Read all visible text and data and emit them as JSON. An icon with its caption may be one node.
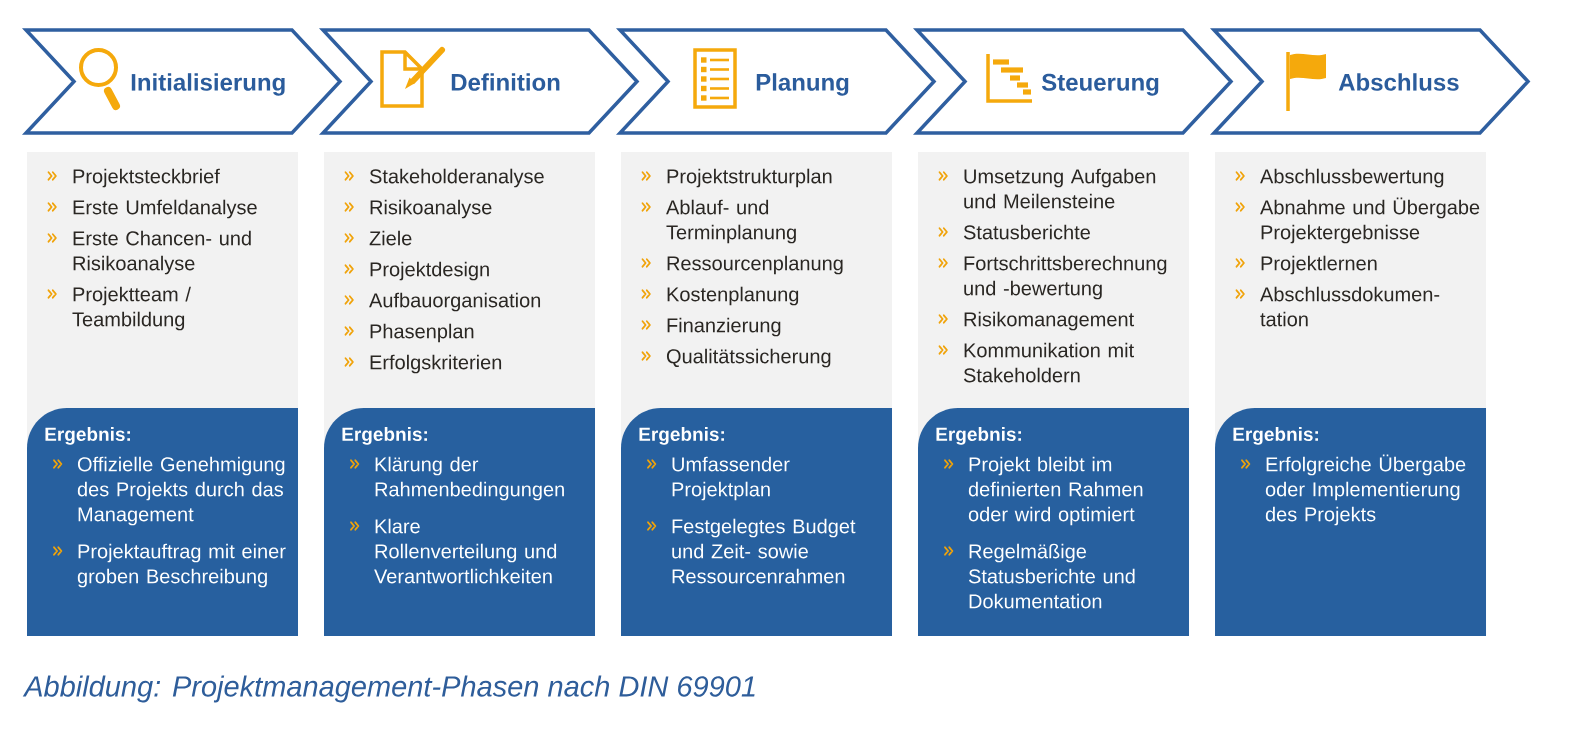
{
  "diagram": {
    "caption": "Abbildung: Projektmanagement-Phasen nach DIN 69901",
    "nodes": [
      {
        "text": [
          "Initialisierung"
        ]
      },
      {
        "text": [
          "Definition"
        ]
      },
      {
        "text": [
          "Planung"
        ]
      },
      {
        "text": [
          "Steuerung"
        ]
      },
      {
        "text": [
          "Abschluss"
        ]
      },
      {
        "text": [
          "Projektsteckbrief",
          "Erste Umfeldanalyse",
          "Erste Chancen- und Risikoanalyse",
          "Projektteam / Teambildung"
        ]
      },
      {
        "text": [
          "Ergebnis:",
          "Offizielle Genehmigung des Projekts durch das Management",
          "Projektauftrag mit einer groben Beschreibung"
        ]
      },
      {
        "text": [
          "Stakeholderanalyse",
          "Risikoanalyse",
          "Ziele",
          "Projektdesign",
          "Aufbauorganisation",
          "Phasenplan",
          "Erfolgskriterien"
        ]
      },
      {
        "text": [
          "Ergebnis:",
          "Klärung der Rahmenbedingungen",
          "Klare Rollenverteilung und Verantwortlichkeiten"
        ]
      },
      {
        "text": [
          "Projektstrukturplan",
          "Ablauf- und Terminplanung",
          "Ressourcenplanung",
          "Kostenplanung",
          "Finanzierung",
          "Qualitätssicherung"
        ]
      },
      {
        "text": [
          "Ergebnis:",
          "Umfassender Projektplan",
          "Festgelegtes Budget und Zeit- sowie Ressourcenrahmen"
        ]
      },
      {
        "text": [
          "Umsetzung Aufgaben und Meilensteine",
          "Statusberichte",
          "Fortschrittsberechnung und -bewertung",
          "Risikomanagement",
          "Kommunikation mit Stakeholdern"
        ]
      },
      {
        "text": [
          "Ergebnis:",
          "Projekt bleibt im definierten Rahmen oder wird optimiert",
          "Regelmäßige Statusberichte und Dokumentation"
        ]
      },
      {
        "text": [
          "Abschlussbewertung",
          "Abnahme und Übergabe Projektergebnisse",
          "Projektlernen",
          "Abschlussdokumen- tation"
        ]
      },
      {
        "text": [
          "Ergebnis:",
          "Erfolgreiche Übergabe oder Implementierung des Projekts"
        ]
      }
    ]
  }
}
